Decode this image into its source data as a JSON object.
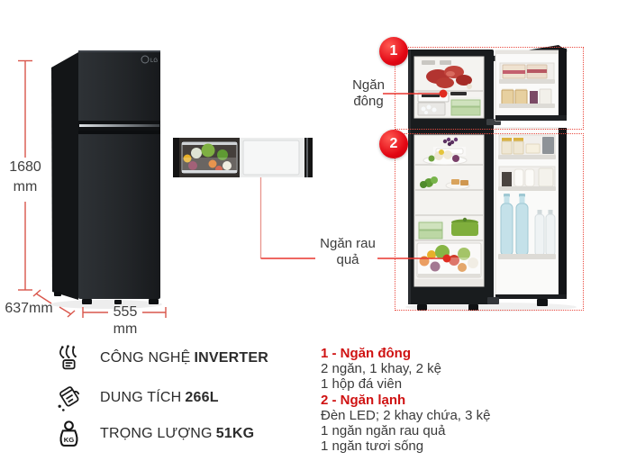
{
  "product": {
    "brand_badge": "LG"
  },
  "dimension_labels": {
    "height_value": "1680",
    "height_unit": "mm",
    "depth": "637mm",
    "width_value": "555",
    "width_unit": "mm"
  },
  "callouts": {
    "freezer": {
      "line1": "Ngăn",
      "line2": "đông",
      "marker": "1"
    },
    "fridge_marker": "2",
    "crisper": {
      "line1": "Ngăn rau",
      "line2": "quả"
    }
  },
  "specs": {
    "rows": [
      {
        "icon": "inverter-chip-icon",
        "label": "CÔNG NGHỆ",
        "value": "INVERTER"
      },
      {
        "icon": "capacity-jug-icon",
        "label": "DUNG TÍCH",
        "value": "266L"
      },
      {
        "icon": "weight-kg-icon",
        "label": "TRỌNG LƯỢNG",
        "value": "51KG"
      }
    ],
    "weight_icon_text": "KG"
  },
  "legend": {
    "items": [
      {
        "text": "1 - Ngăn đông",
        "emphasis": true
      },
      {
        "text": "2 ngăn, 1 khay, 2 kệ",
        "emphasis": false
      },
      {
        "text": "1 hộp đá viên",
        "emphasis": false
      },
      {
        "text": "2 - Ngăn lạnh",
        "emphasis": true
      },
      {
        "text": "Đèn LED; 2 khay chứa, 3 kệ",
        "emphasis": false
      },
      {
        "text": "1 ngăn ngăn rau quả",
        "emphasis": false
      },
      {
        "text": "1 ngăn tươi sống",
        "emphasis": false
      }
    ]
  },
  "colors": {
    "annotation_red": "#e8352e",
    "dimension_red": "#d9564b",
    "legend_red": "#cf1212",
    "marker_red": "#e20613",
    "text_dark": "#3c3c3c"
  }
}
